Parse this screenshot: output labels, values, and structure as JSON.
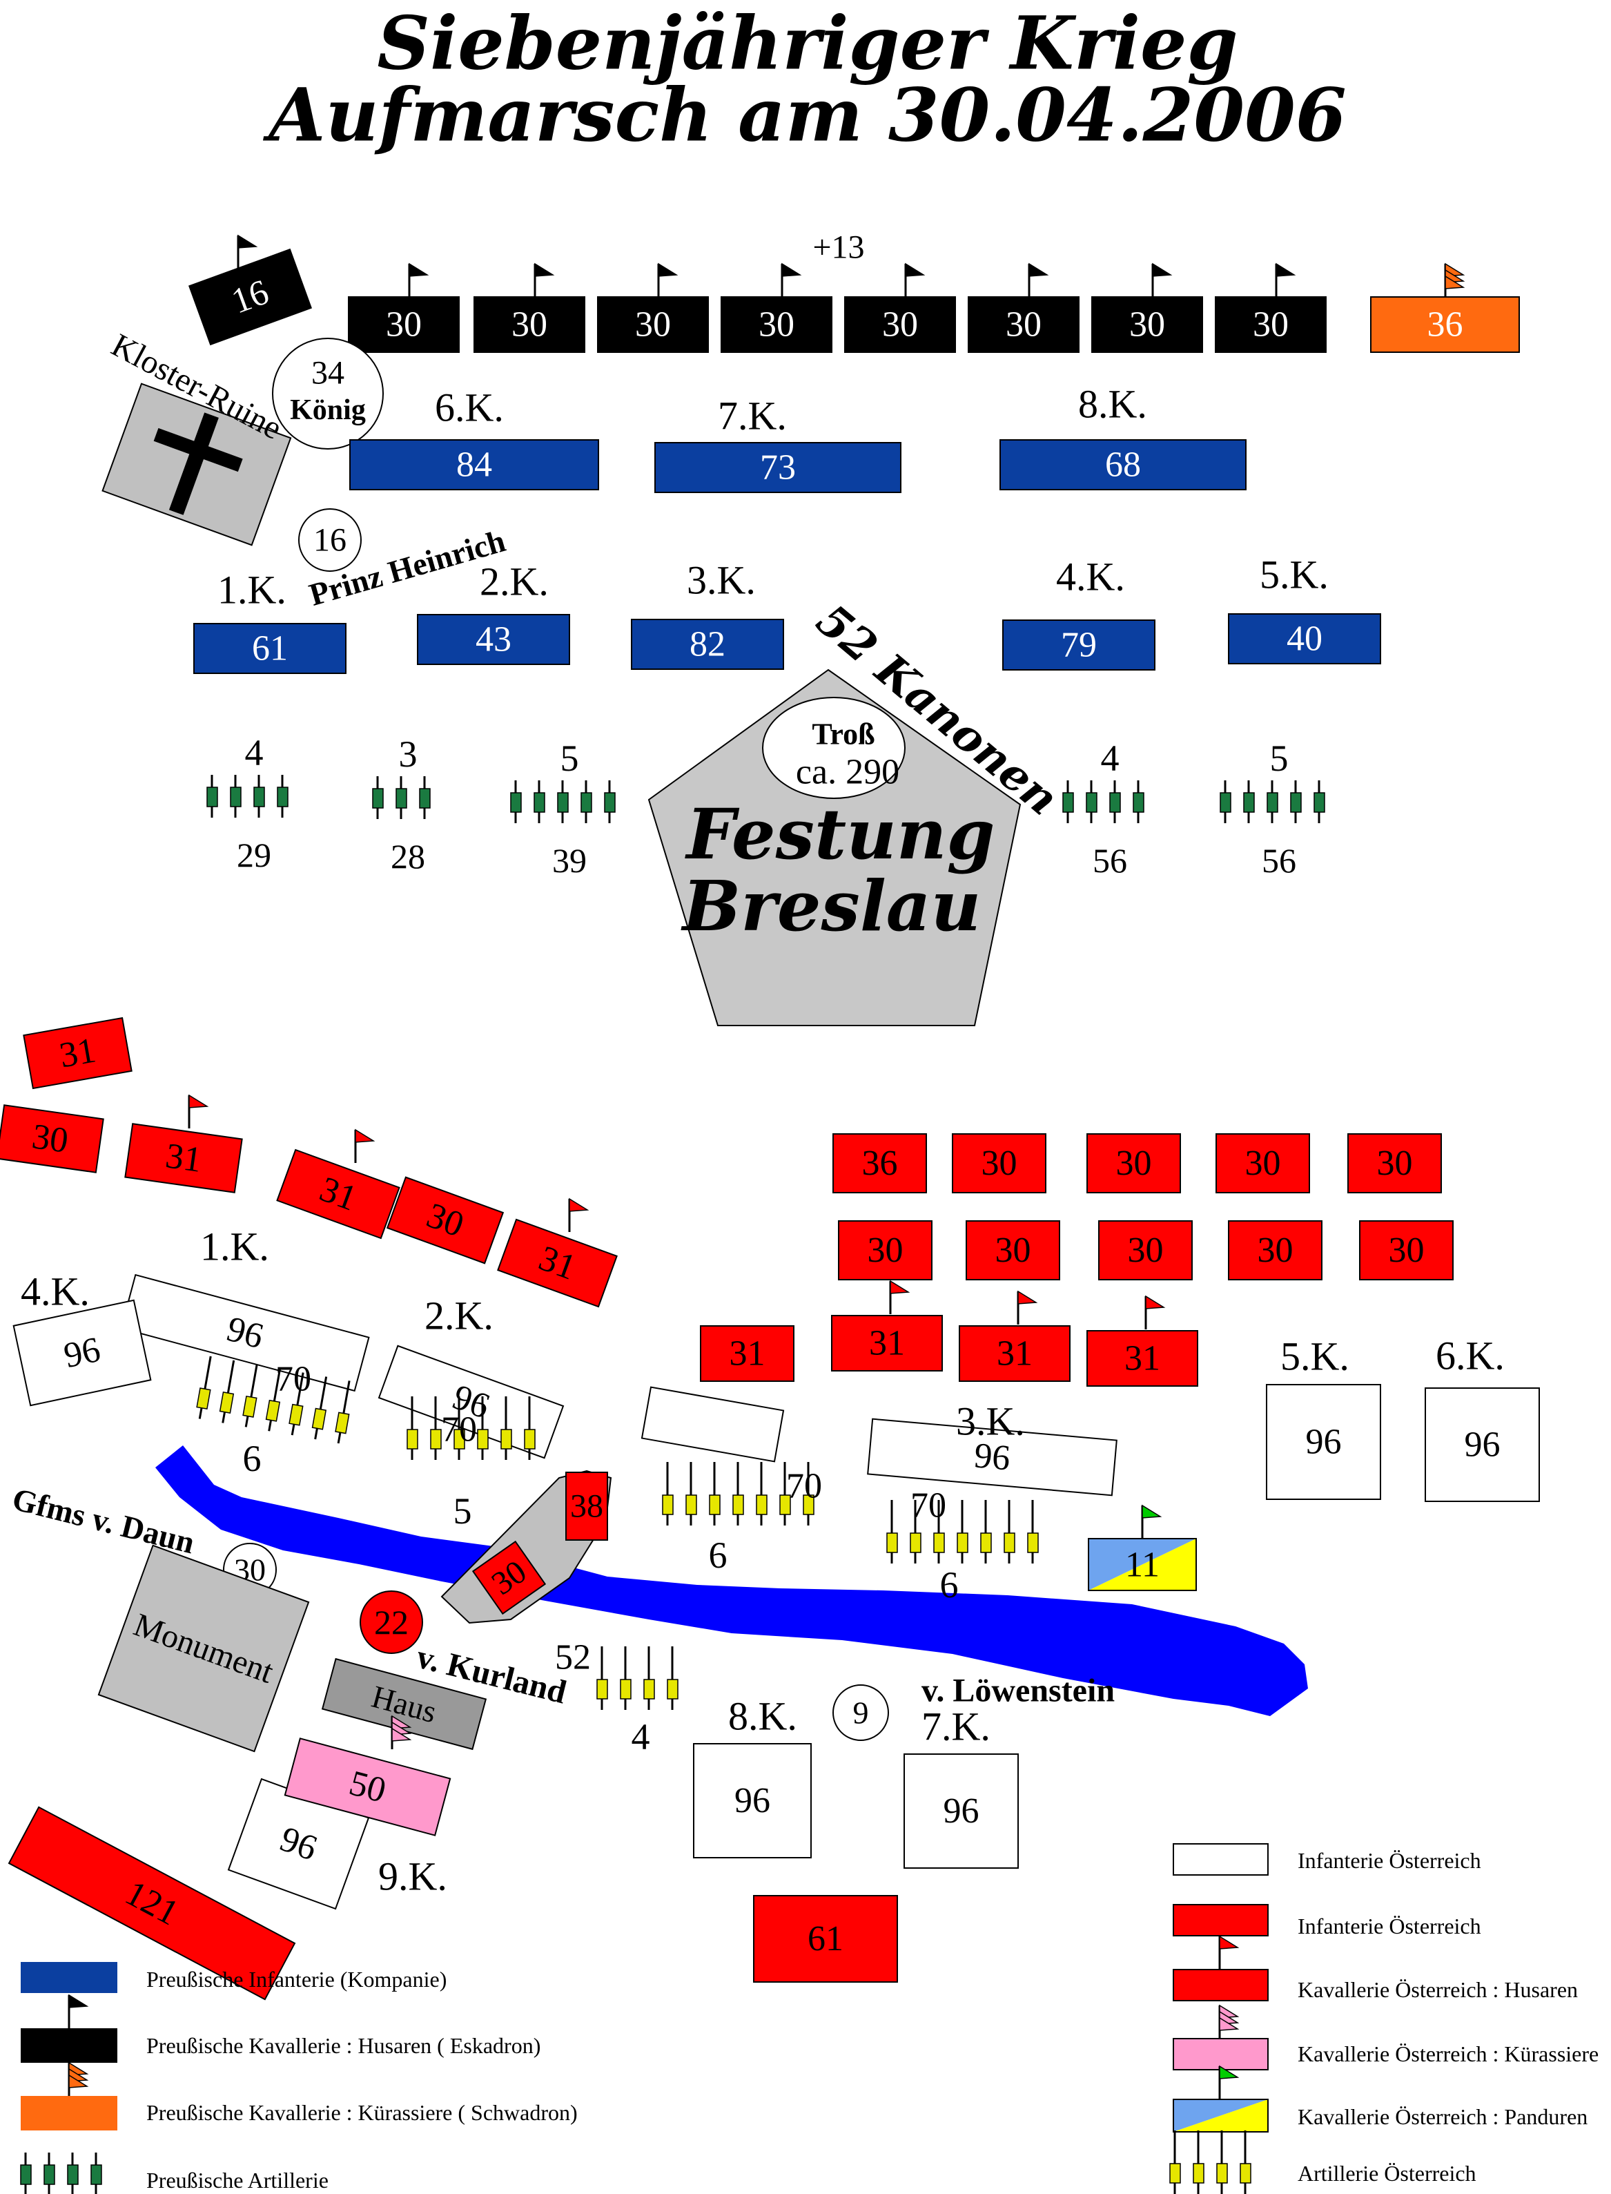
{
  "title": {
    "line1": "Siebenjähriger Krieg",
    "line2": "Aufmarsch am 30.04.2006"
  },
  "colors": {
    "prussian_infantry": "#0b3fa0",
    "prussian_hussar": "#000000",
    "prussian_cuirassier": "#ff6a10",
    "prussian_artillery": "#1a7a40",
    "austrian_infantry_white": "#ffffff",
    "austrian_infantry_red": "#ff0000",
    "austrian_cuirassier": "#ff99cc",
    "austrian_pandur_blue": "#6ea4ef",
    "austrian_pandur_yellow": "#ffff00",
    "austrian_artillery": "#e6e600",
    "river": "#0000ff",
    "terrain": "#c0c0c0",
    "fortress": "#c8c8c8"
  },
  "prussia": {
    "extra_label": "+13",
    "hussar_lone": "16",
    "hussars": [
      "30",
      "30",
      "30",
      "30",
      "30",
      "30",
      "30",
      "30"
    ],
    "cuirassier": "36",
    "koenig": {
      "value": "34",
      "label": "König"
    },
    "heinrich": {
      "value": "16",
      "label": "Prinz Heinrich"
    },
    "ruin": "Kloster-Ruine",
    "corps_top": [
      {
        "label": "6.K.",
        "value": "84"
      },
      {
        "label": "7.K.",
        "value": "73"
      },
      {
        "label": "8.K.",
        "value": "68"
      }
    ],
    "corps_bottom": [
      {
        "label": "1.K.",
        "value": "61"
      },
      {
        "label": "2.K.",
        "value": "43"
      },
      {
        "label": "3.K.",
        "value": "82"
      },
      {
        "label": "4.K.",
        "value": "79"
      },
      {
        "label": "5.K.",
        "value": "40"
      }
    ],
    "batteries": [
      {
        "guns": "4",
        "men": "29"
      },
      {
        "guns": "3",
        "men": "28"
      },
      {
        "guns": "5",
        "men": "39"
      },
      {
        "guns": "4",
        "men": "56"
      },
      {
        "guns": "5",
        "men": "56"
      }
    ],
    "fortress": {
      "line1": "Festung",
      "line2": "Breslau"
    },
    "tross": {
      "label": "Troß",
      "count": "ca. 290"
    },
    "kanonen": "52 Kanonen"
  },
  "austria": {
    "left_red": [
      "31",
      "30",
      "31",
      "31",
      "30",
      "31"
    ],
    "corps_white": [
      {
        "label": "1.K.",
        "value": "96"
      },
      {
        "label": "4.K.",
        "value": "96"
      },
      {
        "label": "2.K.",
        "value": "96"
      },
      {
        "label": "3.K.",
        "value": "96"
      },
      {
        "label": "5.K.",
        "value": "96"
      },
      {
        "label": "6.K.",
        "value": "96"
      },
      {
        "label": "8.K.",
        "value": "96"
      },
      {
        "label": "7.K.",
        "value": "96"
      },
      {
        "label": "9.K.",
        "value": "96"
      }
    ],
    "batteries": [
      {
        "men": "70",
        "guns": "6"
      },
      {
        "men": "70",
        "guns": "5"
      },
      {
        "men": "70",
        "guns": "6"
      },
      {
        "men": "70",
        "guns": "6"
      },
      {
        "men": "52",
        "guns": "4"
      }
    ],
    "right_red_row1": [
      "36",
      "30",
      "30",
      "30",
      "30"
    ],
    "right_red_row2": [
      "30",
      "30",
      "30",
      "30",
      "30"
    ],
    "right_red_row3": [
      "31",
      "31",
      "31",
      "31"
    ],
    "pandur": "11",
    "river_units": [
      "38",
      "30"
    ],
    "daun": {
      "label": "Gfms  v. Daun",
      "value": "30"
    },
    "kurland": {
      "label": "v. Kurland",
      "value": "22"
    },
    "loewenstein": {
      "label": "v. Löwenstein",
      "value": "9"
    },
    "monument": "Monument",
    "haus": "Haus",
    "cuirassier": "50",
    "big_red": "121",
    "bottom_red": "61"
  },
  "legend_left": [
    "Preußische Infanterie (Kompanie)",
    "Preußische Kavallerie : Husaren ( Eskadron)",
    "Preußische Kavallerie : Kürassiere  ( Schwadron)",
    "Preußische Artillerie"
  ],
  "legend_right": [
    "Infanterie Österreich",
    "Infanterie Österreich",
    "Kavallerie Österreich : Husaren",
    "Kavallerie Österreich : Kürassiere",
    "Kavallerie Österreich : Panduren",
    "Artillerie Österreich"
  ]
}
